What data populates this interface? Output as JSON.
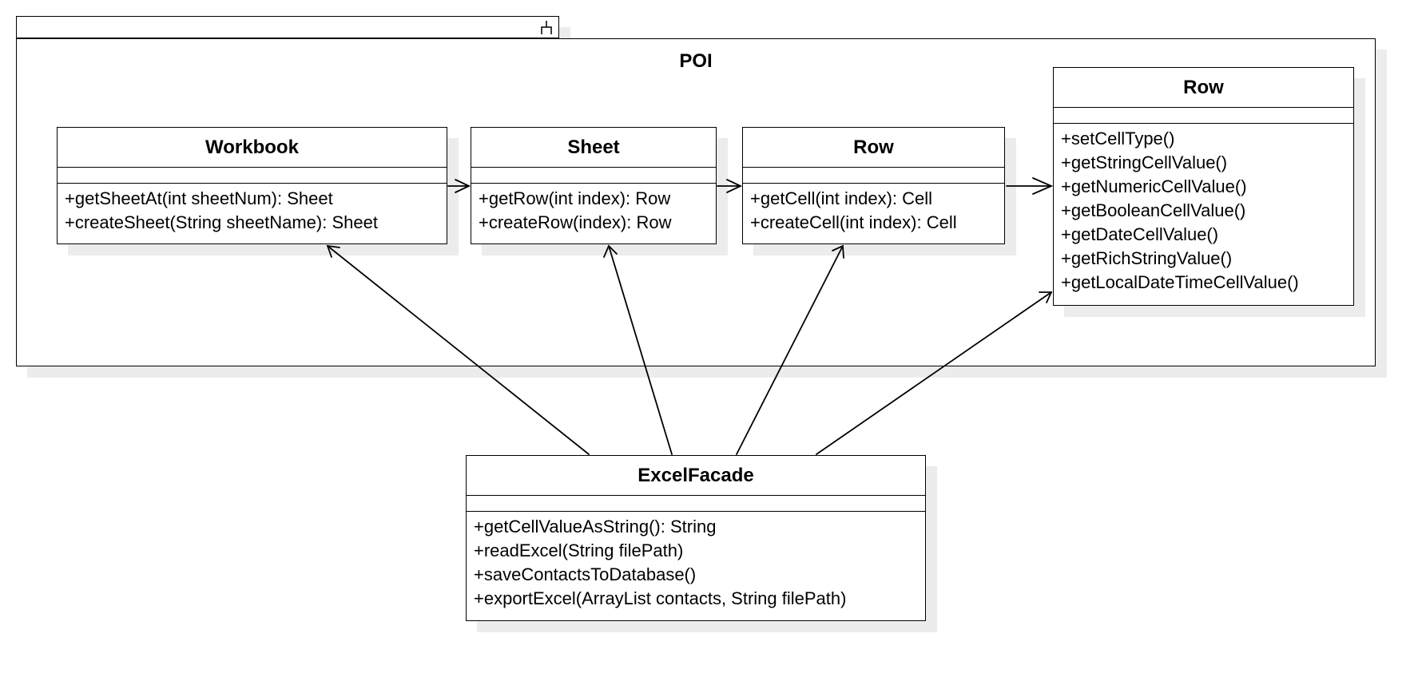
{
  "package": {
    "title": "POI"
  },
  "classes": {
    "workbook": {
      "name": "Workbook",
      "methods": [
        "+getSheetAt(int sheetNum): Sheet",
        "+createSheet(String sheetName): Sheet"
      ]
    },
    "sheet": {
      "name": "Sheet",
      "methods": [
        "+getRow(int index): Row",
        "+createRow(index): Row"
      ]
    },
    "row": {
      "name": "Row",
      "methods": [
        "+getCell(int index): Cell",
        "+createCell(int index): Cell"
      ]
    },
    "cell": {
      "name": "Row",
      "methods": [
        "+setCellType()",
        "+getStringCellValue()",
        "+getNumericCellValue()",
        "+getBooleanCellValue()",
        "+getDateCellValue()",
        "+getRichStringValue()",
        "+getLocalDateTimeCellValue()"
      ]
    },
    "excelFacade": {
      "name": "ExcelFacade",
      "methods": [
        "+getCellValueAsString(): String",
        "+readExcel(String filePath)",
        "+saveContactsToDatabase()",
        "+exportExcel(ArrayList contacts, String filePath)"
      ]
    }
  },
  "colors": {
    "stroke": "#000000",
    "shadow": "#ececec",
    "fill": "#ffffff"
  }
}
